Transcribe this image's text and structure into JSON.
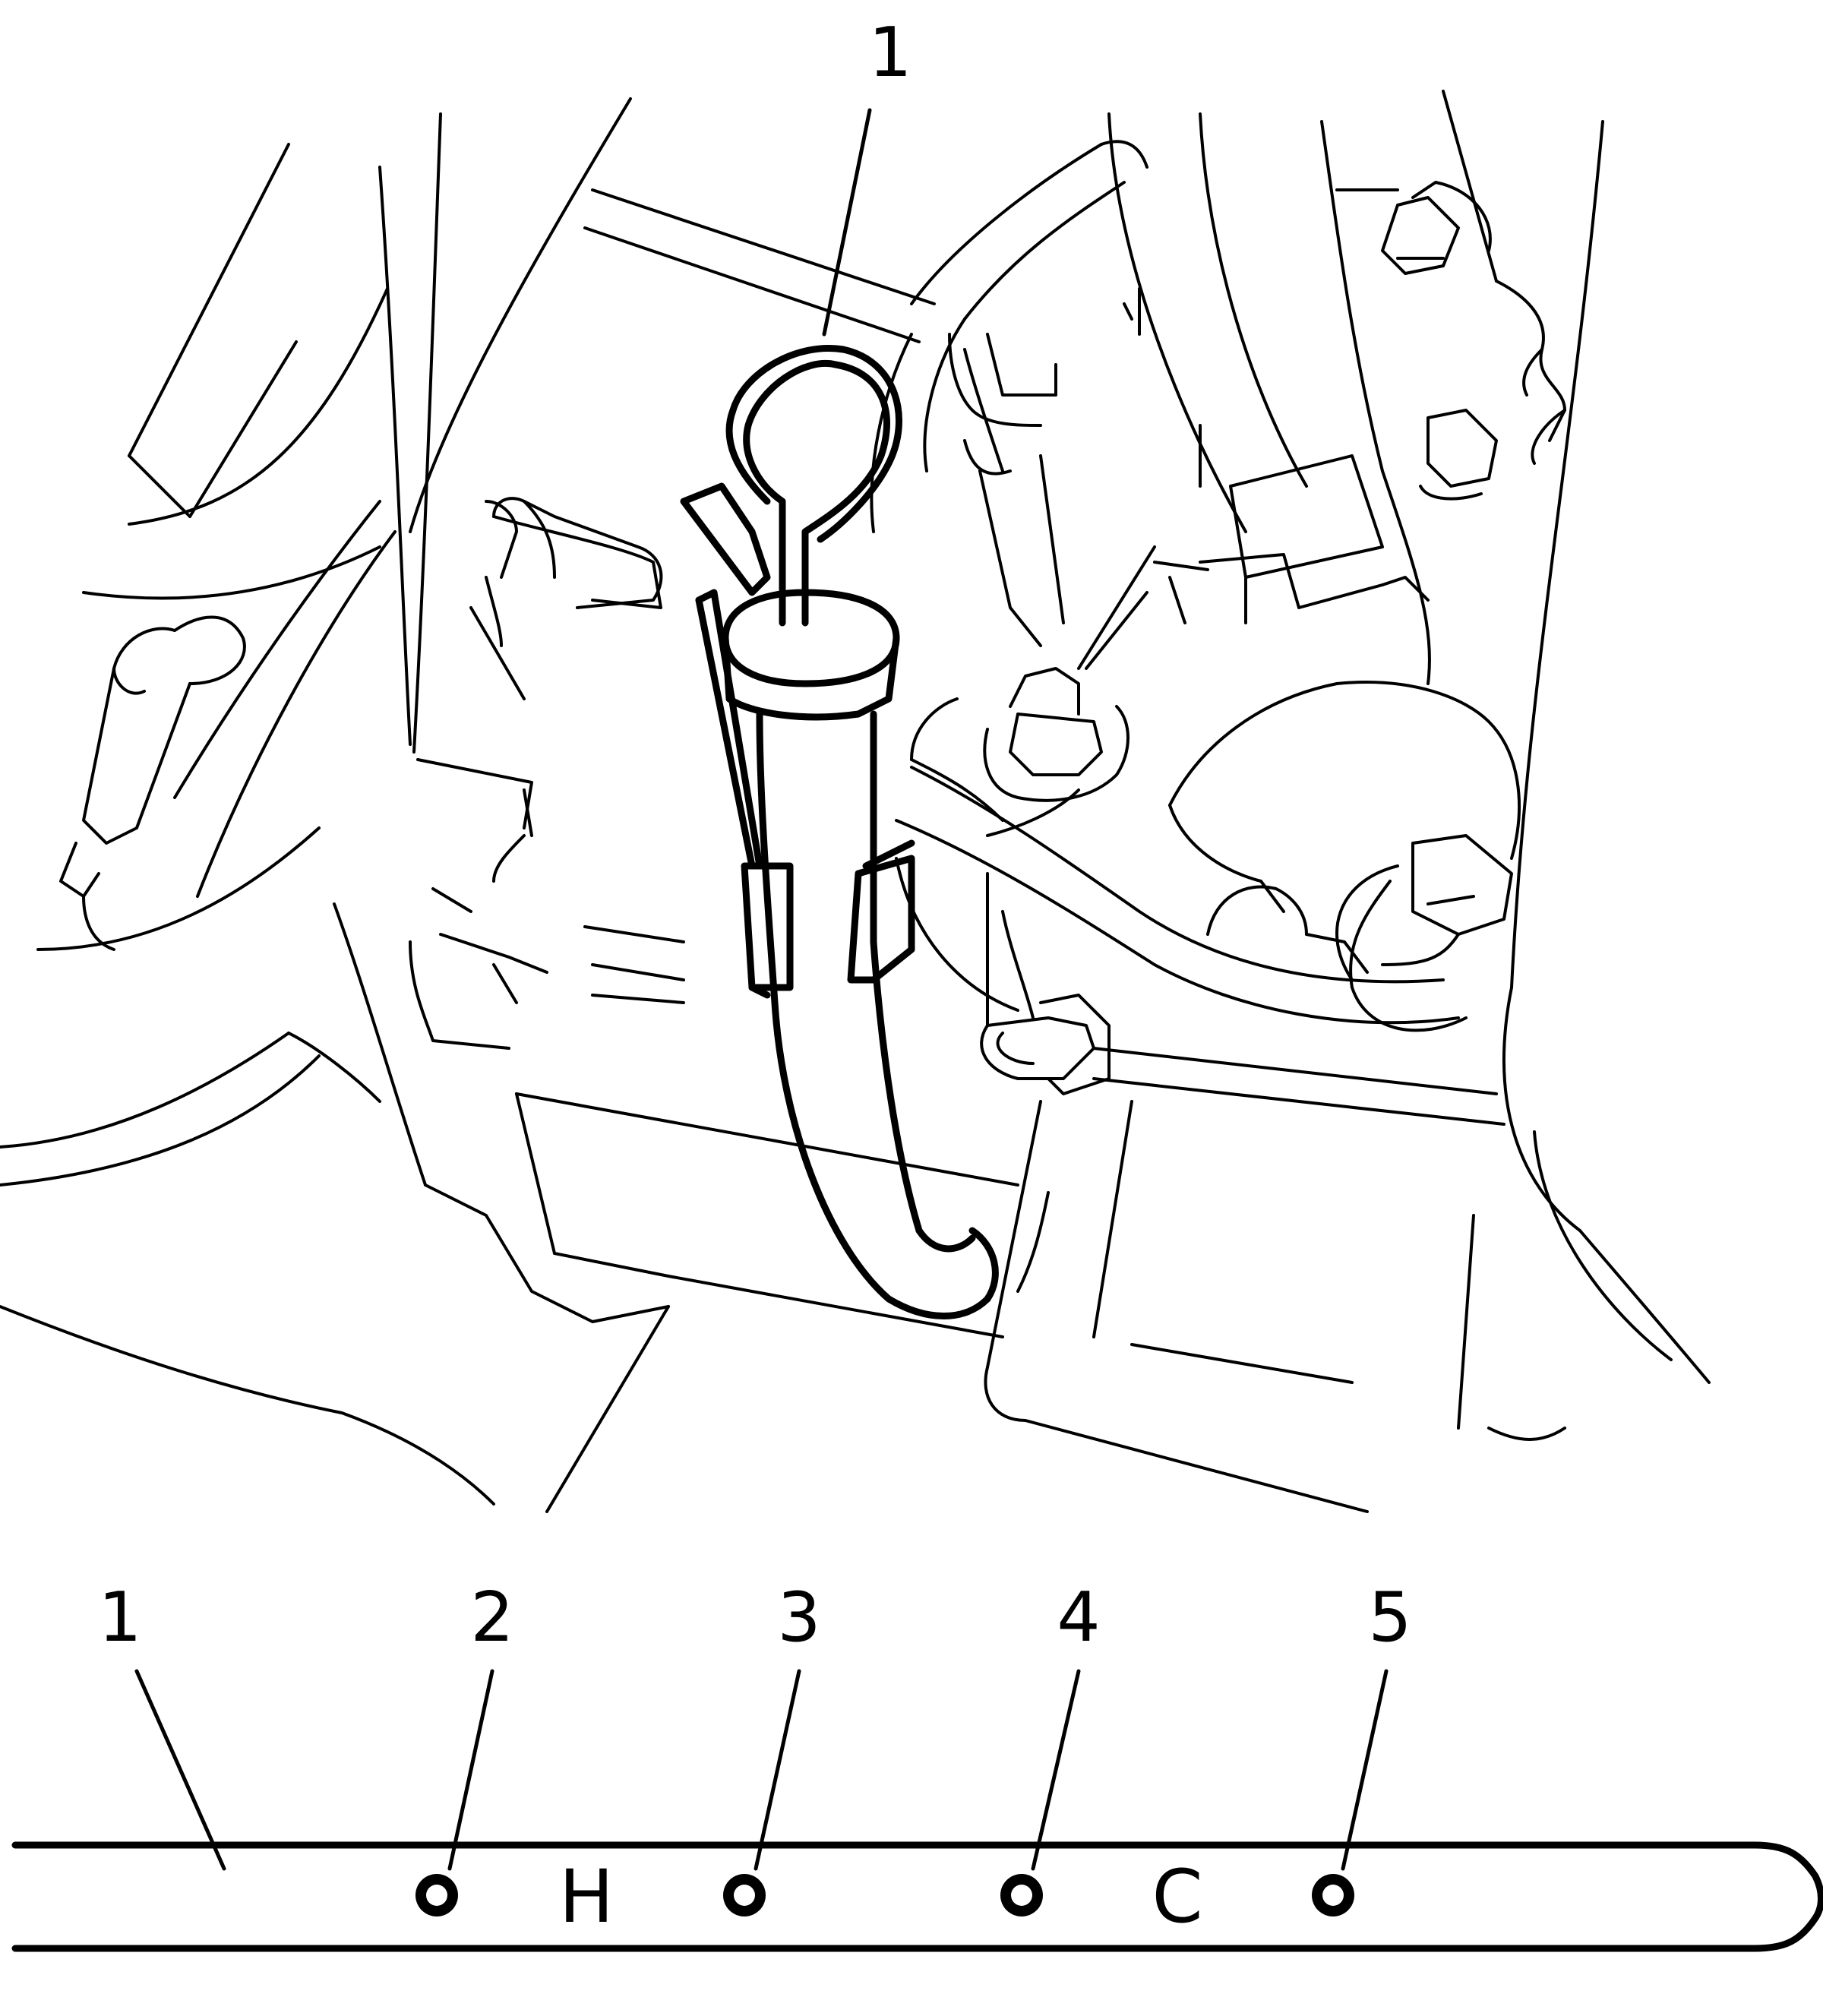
{
  "callouts": {
    "engine_view": "1",
    "dipstick_tip": "1",
    "mark_hot_low": "2",
    "mark_hot_high": "3",
    "mark_cold_low": "4",
    "mark_cold_high": "5"
  },
  "dipstick_marks": {
    "hot": "H",
    "cold": "C"
  },
  "colors": {
    "line": "#000000",
    "background": "#ffffff"
  }
}
